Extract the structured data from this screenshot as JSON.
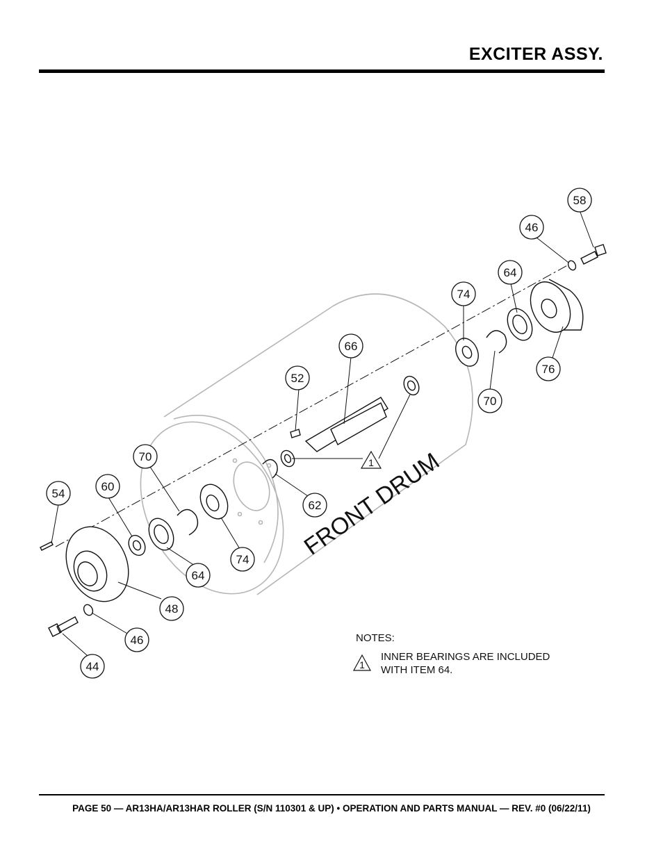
{
  "header": {
    "title": "EXCITER ASSY."
  },
  "diagram": {
    "drum_label": "FRONT DRUM",
    "callouts": [
      "58",
      "46",
      "64",
      "74",
      "66",
      "52",
      "76",
      "70",
      "1",
      "70",
      "54",
      "60",
      "62",
      "74",
      "64",
      "48",
      "46",
      "44"
    ]
  },
  "notes": {
    "title": "NOTES:",
    "items": [
      {
        "marker": "1",
        "lines": [
          "INNER BEARINGS ARE INCLUDED",
          "WITH ITEM 64."
        ]
      }
    ]
  },
  "footer": {
    "text": "PAGE 50 — AR13HA/AR13HAR ROLLER (S/N 110301 & UP) • OPERATION AND PARTS MANUAL — REV. #0 (06/22/11)"
  }
}
